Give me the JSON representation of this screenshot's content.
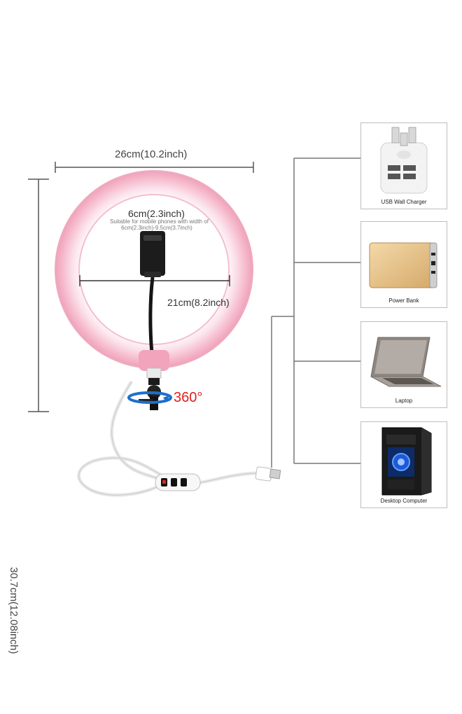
{
  "dimensions": {
    "width": "26cm(10.2inch)",
    "height": "30.7cm(12.08inch)",
    "holder": "6cm(2.3inch)",
    "holder_note_line1": "Suitable for mobile phones with width of",
    "holder_note_line2": "6cm(2.3inch)-9.5cm(3.7inch)",
    "inner_diameter": "21cm(8.2inch)",
    "rotation": "360°"
  },
  "devices": [
    {
      "label": "USB Wall Charger",
      "icon": "usb-wall-charger-icon"
    },
    {
      "label": "Power Bank",
      "icon": "power-bank-icon"
    },
    {
      "label": "Laptop",
      "icon": "laptop-icon"
    },
    {
      "label": "Desktop Computer",
      "icon": "desktop-computer-icon"
    }
  ],
  "colors": {
    "ring": "#f6b9cc",
    "ring_light": "#fde7ef",
    "rotation_text": "#e02020",
    "rotation_arrow": "#1f6fc9"
  }
}
